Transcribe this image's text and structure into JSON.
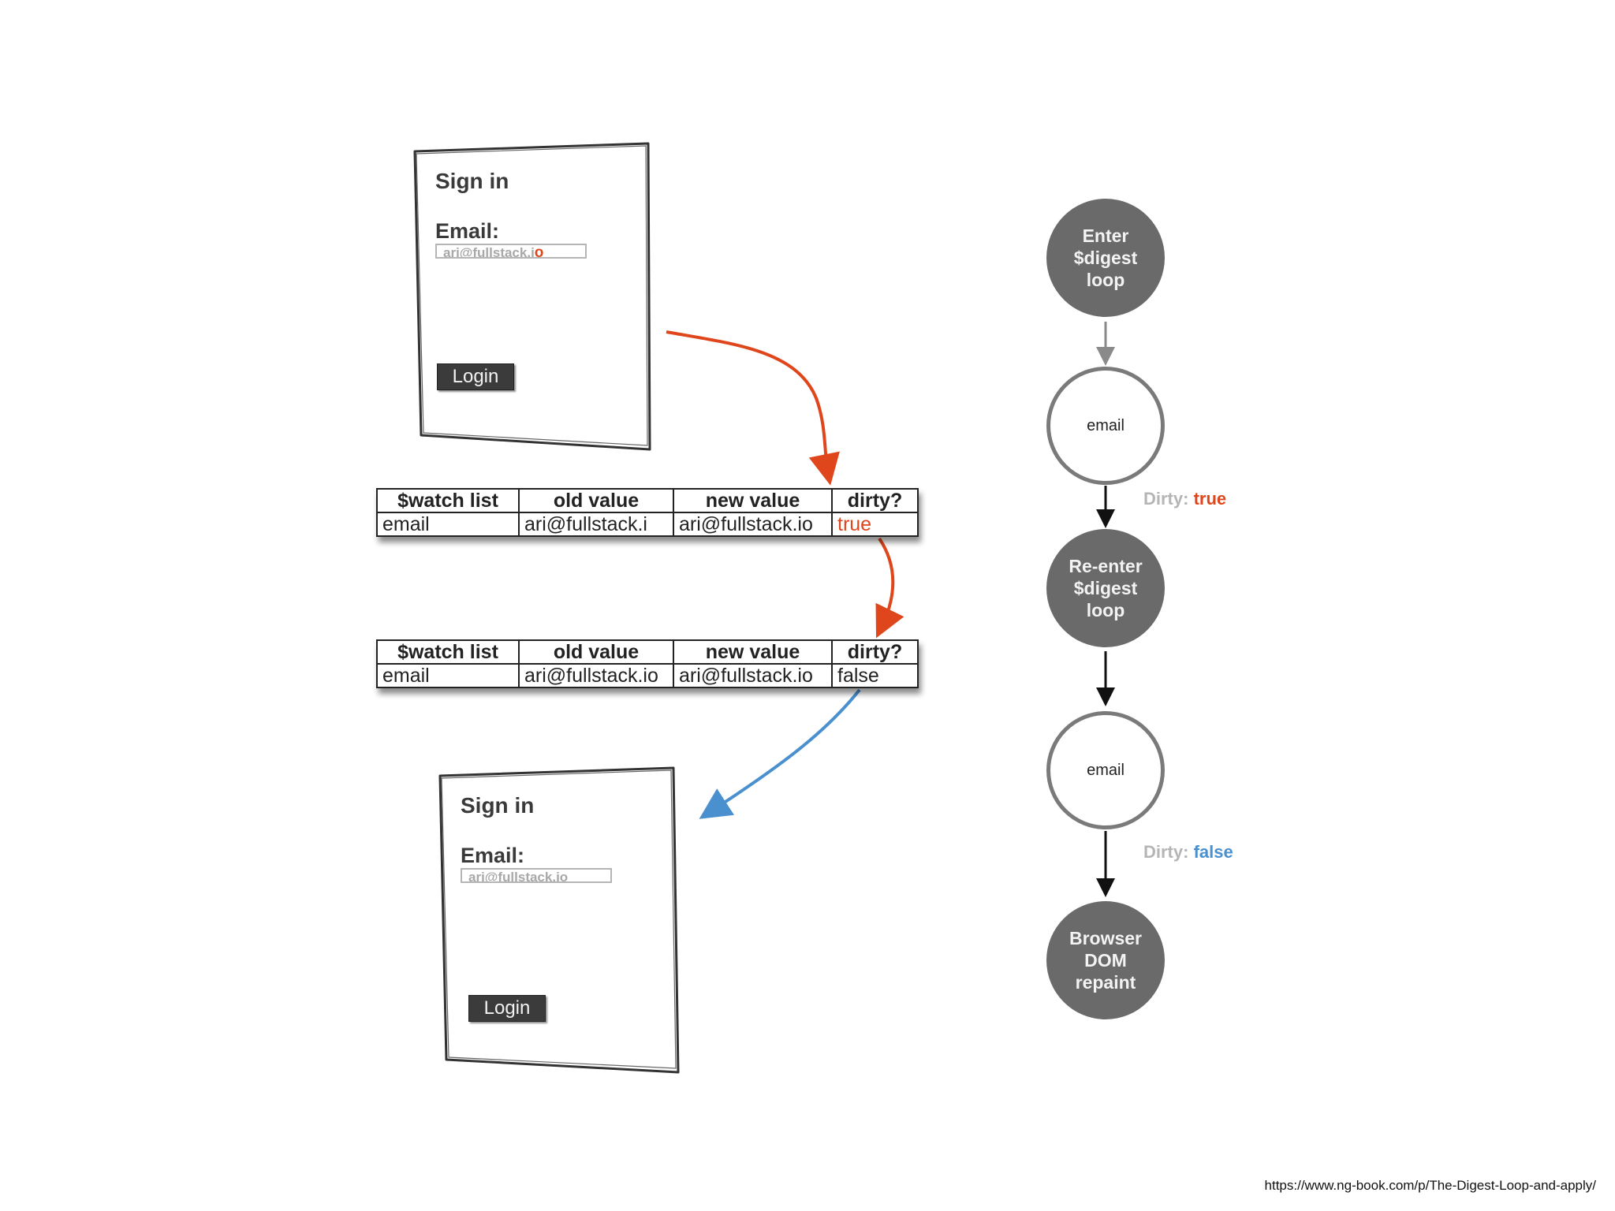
{
  "card_top": {
    "title": "Sign in",
    "email_label": "Email:",
    "input_value_main": "ari@fullstack.i",
    "input_value_added": "o",
    "button_label": "Login"
  },
  "card_bottom": {
    "title": "Sign in",
    "email_label": "Email:",
    "input_value": "ari@fullstack.io",
    "button_label": "Login"
  },
  "table_first": {
    "headers": [
      "$watch list",
      "old value",
      "new value",
      "dirty?"
    ],
    "row": [
      "email",
      "ari@fullstack.i",
      "ari@fullstack.io",
      "true"
    ]
  },
  "table_second": {
    "headers": [
      "$watch list",
      "old value",
      "new value",
      "dirty?"
    ],
    "row": [
      "email",
      "ari@fullstack.io",
      "ari@fullstack.io",
      "false"
    ]
  },
  "flow": {
    "nodes": [
      {
        "label": "Enter\n$digest\nloop",
        "style": "dark"
      },
      {
        "label": "email",
        "style": "light"
      },
      {
        "label": "Re-enter\n$digest\nloop",
        "style": "dark"
      },
      {
        "label": "email",
        "style": "light"
      },
      {
        "label": "Browser\nDOM\nrepaint",
        "style": "dark"
      }
    ],
    "dirty_label_prefix": "Dirty: ",
    "dirty_first_value": "true",
    "dirty_second_value": "false"
  },
  "colors": {
    "changed": "#e0461c",
    "clean": "#4a90cf",
    "node_fill": "#6a6a6a",
    "node_stroke": "#7a7a7a"
  },
  "source_url": "https://www.ng-book.com/p/The-Digest-Loop-and-apply/"
}
